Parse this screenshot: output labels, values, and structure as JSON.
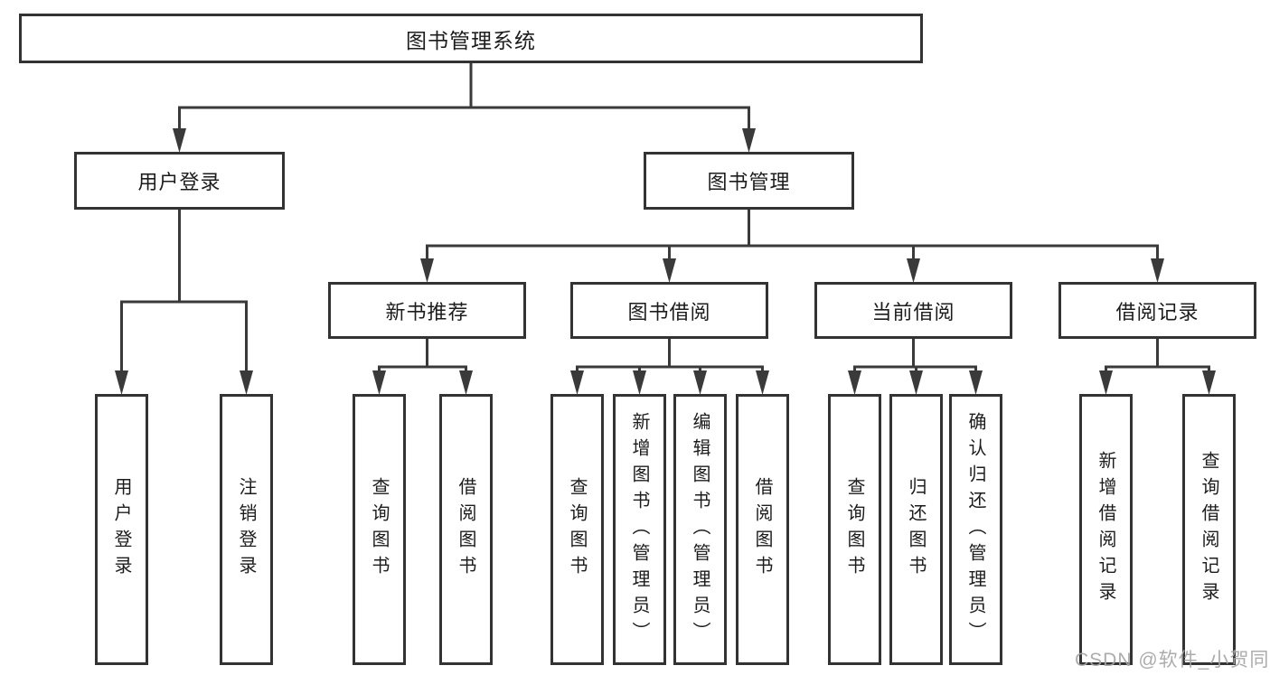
{
  "diagram": {
    "watermark": "CSDN @软件_小贺同学",
    "colors": {
      "line": "#3a3a3a",
      "border": "#333333",
      "text": "#1c1c1c",
      "background": "#ffffff",
      "watermark": "#a5a5a5"
    },
    "nodes": {
      "root": {
        "label": "图书管理系统"
      },
      "login": {
        "label": "用户登录"
      },
      "mgmt": {
        "label": "图书管理"
      },
      "newrec": {
        "label": "新书推荐"
      },
      "borrow": {
        "label": "图书借阅"
      },
      "current": {
        "label": "当前借阅"
      },
      "records": {
        "label": "借阅记录"
      },
      "userLogin": {
        "label": "用户登录"
      },
      "logout": {
        "label": "注销登录"
      },
      "q1": {
        "label": "查询图书"
      },
      "b1": {
        "label": "借阅图书"
      },
      "q2": {
        "label": "查询图书"
      },
      "add": {
        "label": "新增图书（管理员）"
      },
      "edit": {
        "label": "编辑图书（管理员）"
      },
      "b2": {
        "label": "借阅图书"
      },
      "q3": {
        "label": "查询图书"
      },
      "ret": {
        "label": "归还图书"
      },
      "confirm": {
        "label": "确认归还（管理员）"
      },
      "addrec": {
        "label": "新增借阅记录"
      },
      "qrec": {
        "label": "查询借阅记录"
      }
    },
    "hierarchy": [
      {
        "parent": "root",
        "children": [
          "login",
          "mgmt"
        ]
      },
      {
        "parent": "login",
        "children": [
          "userLogin",
          "logout"
        ]
      },
      {
        "parent": "mgmt",
        "children": [
          "newrec",
          "borrow",
          "current",
          "records"
        ]
      },
      {
        "parent": "newrec",
        "children": [
          "q1",
          "b1"
        ]
      },
      {
        "parent": "borrow",
        "children": [
          "q2",
          "add",
          "edit",
          "b2"
        ]
      },
      {
        "parent": "current",
        "children": [
          "q3",
          "ret",
          "confirm"
        ]
      },
      {
        "parent": "records",
        "children": [
          "addrec",
          "qrec"
        ]
      }
    ]
  }
}
